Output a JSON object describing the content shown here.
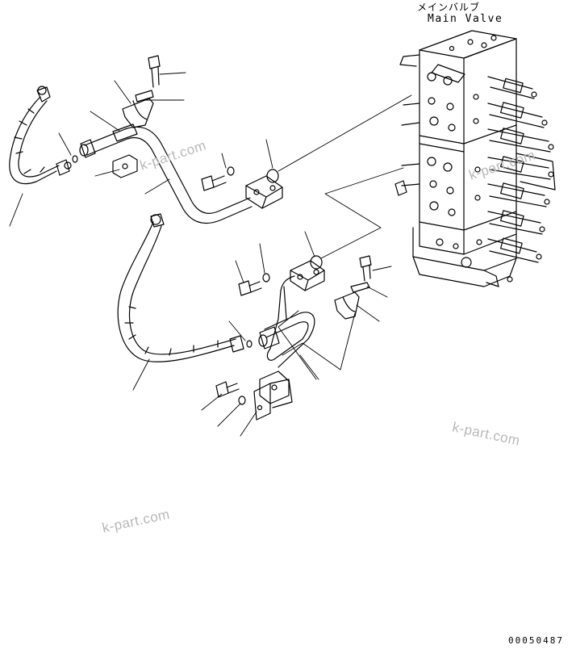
{
  "header": {
    "title_jp": "メインバルブ",
    "title_en": "Main Valve"
  },
  "watermarks": [
    "k-part.com",
    "k-part.com",
    "k-part.com",
    "k-part.com"
  ],
  "drawing_number": "00050487",
  "colors": {
    "ink": "#000000",
    "watermark": "#b8b8b8",
    "background": "#ffffff"
  }
}
